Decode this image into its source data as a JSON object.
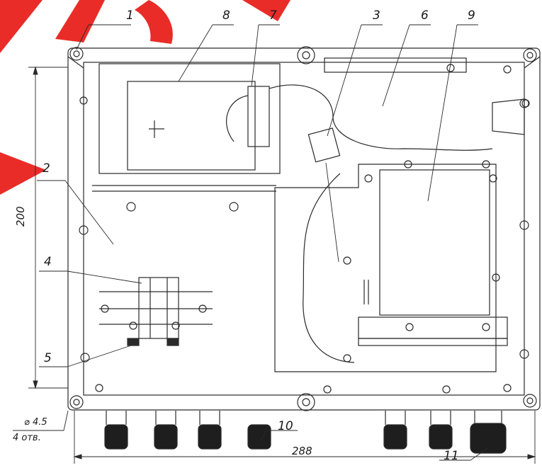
{
  "callouts": {
    "c1": "1",
    "c2": "2",
    "c3": "3",
    "c4": "4",
    "c5": "5",
    "c6": "6",
    "c7": "7",
    "c8": "8",
    "c9": "9",
    "c10": "10",
    "c11": "11"
  },
  "dimensions": {
    "height": "200",
    "width": "288",
    "hole_diameter": "⌀ 4.5",
    "hole_count": "4 отв."
  },
  "colors": {
    "line": "#2a2a2a",
    "watermark": "#e8211c",
    "background": "#ffffff"
  }
}
